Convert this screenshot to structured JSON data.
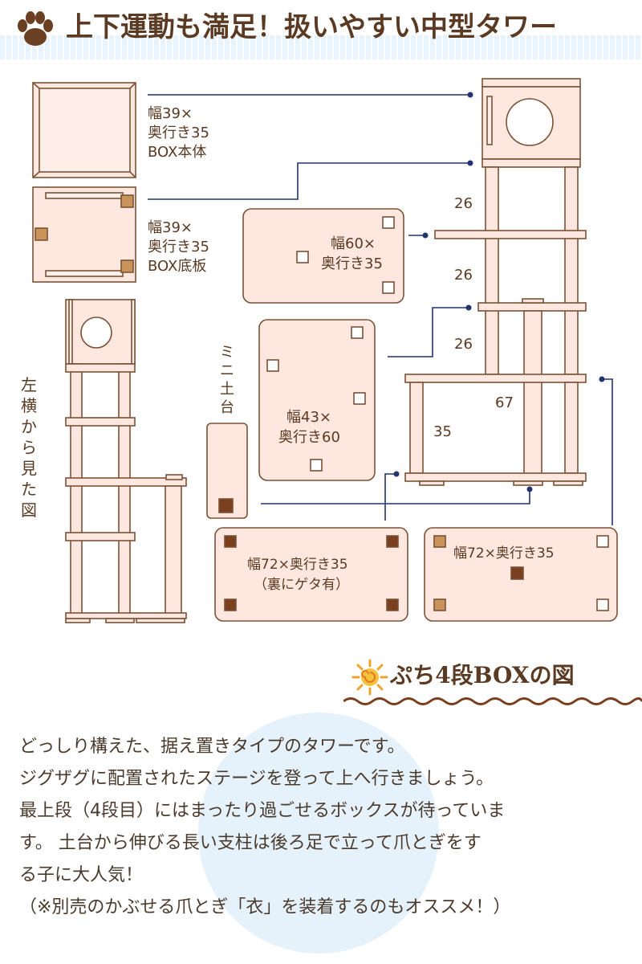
{
  "title": "上下運動も満足！扱いやすい中型タワー",
  "section_title": "ぷち4段BOXの図",
  "diagram": {
    "box_body_label": [
      "幅39×",
      "奥行き35",
      "BOX本体"
    ],
    "box_base_label": [
      "幅39×",
      "奥行き35",
      "BOX底板"
    ],
    "side_view_label": [
      "左",
      "横",
      "か",
      "ら",
      "見",
      "た",
      "図"
    ],
    "shelf_60_label": [
      "幅60×",
      "奥行き35"
    ],
    "shelf_43_label": [
      "幅43×",
      "奥行き60"
    ],
    "mini_base_label": [
      "ミ",
      "ニ",
      "土",
      "台"
    ],
    "base_geta_label": [
      "幅72×奥行き35",
      "（裏にゲタ有）"
    ],
    "base_label": "幅72×奥行き35",
    "dim_26a": "26",
    "dim_26b": "26",
    "dim_26c": "26",
    "dim_67": "67",
    "dim_35": "35"
  },
  "description": [
    "どっしり構えた、据え置きタイプのタワーです。",
    "ジグザグに配置されたステージを登って上へ行きましょう。",
    "最上段（4段目）にはまったり過ごせるボックスが待っていま",
    "す。 土台から伸びる長い支柱は後ろ足で立って爪とぎをす",
    "る子に大人気！",
    "（※別売のかぶせる爪とぎ「衣」を装着するのもオススメ！）"
  ],
  "colors": {
    "panel_fill": "#fde7df",
    "outline": "#7a5236",
    "leader_line": "#23336e",
    "text": "#5a3a22",
    "peg_dark": "#7a3f1e",
    "peg_light": "#c9935a",
    "header_stripe": "#e8f3fb"
  },
  "icons": [
    "paw-icon",
    "sun-swirl-icon",
    "wavy-underline"
  ]
}
